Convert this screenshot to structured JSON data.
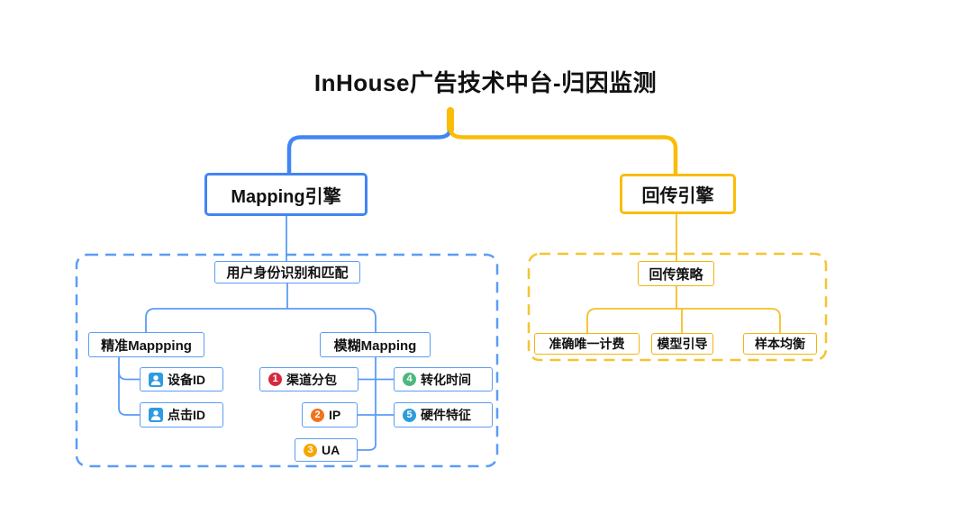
{
  "title": "InHouse广告技术中台-归因监测",
  "colors": {
    "mapping_branch_blue": "#4285F4",
    "thin_blue": "#5B9CF5",
    "callback_branch_yellow": "#FBBC05",
    "thin_gold": "#F2B50F",
    "user_icon_blue": "#2E9BE2"
  },
  "mapping": {
    "label": "Mapping引擎",
    "group": "用户身份识别和匹配",
    "precise": {
      "label": "精准Mappping",
      "children": [
        {
          "label": "设备ID",
          "icon": "user-icon"
        },
        {
          "label": "点击ID",
          "icon": "user-icon"
        }
      ]
    },
    "fuzzy": {
      "label": "模糊Mapping",
      "children": [
        {
          "num": "1",
          "label": "渠道分包",
          "color": "#D6293E"
        },
        {
          "num": "2",
          "label": "IP",
          "color": "#F2731C"
        },
        {
          "num": "3",
          "label": "UA",
          "color": "#F7A600"
        },
        {
          "num": "4",
          "label": "转化时间",
          "color": "#4CB87D"
        },
        {
          "num": "5",
          "label": "硬件特征",
          "color": "#2E9CDB"
        }
      ]
    }
  },
  "callback": {
    "label": "回传引擎",
    "group": "回传策略",
    "children": [
      {
        "label": "准确唯一计费"
      },
      {
        "label": "模型引导"
      },
      {
        "label": "样本均衡"
      }
    ]
  }
}
